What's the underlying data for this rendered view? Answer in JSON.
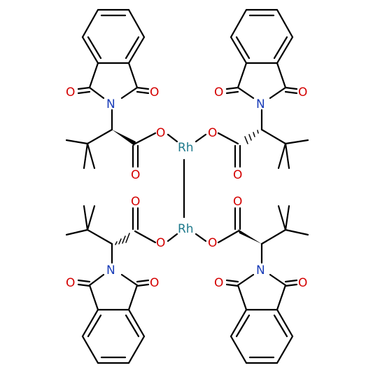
{
  "molecule": {
    "atoms": {
      "rh": "Rh",
      "o": "O",
      "n": "N"
    },
    "colors": {
      "rh": "#1f7a8c",
      "o": "#d40000",
      "n": "#1a3db8",
      "bond": "#000000"
    }
  }
}
